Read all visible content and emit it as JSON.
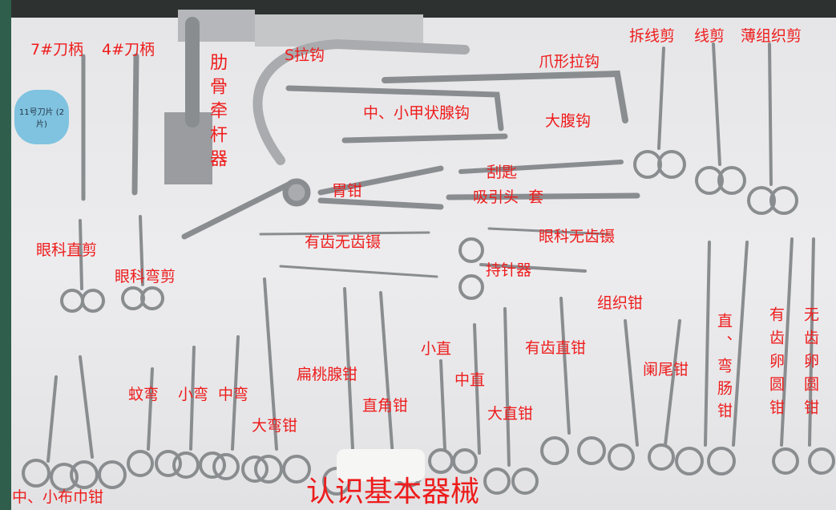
{
  "title": "认识基本器械",
  "blade_tag": "11号刀片 (2片)",
  "labels": {
    "scalpel7": "7#刀柄",
    "scalpel4": "4#刀柄",
    "rib_retractor": "肋骨牵杆器",
    "s_retractor": "S拉钩",
    "claw_retractor": "爪形拉钩",
    "suture_scissors": "拆线剪",
    "thread_scissors": "线剪",
    "tissue_scissors": "薄组织剪",
    "thyroid_retractor": "中、小甲状腺钩",
    "abdominal_retractor": "大腹钩",
    "curette": "刮匙",
    "suction": "吸引头  套",
    "stomach_clamp": "胃钳",
    "forceps": "有齿无齿镊",
    "ophth_forceps": "眼科无齿镊",
    "ophth_straight_scissors": "眼科直剪",
    "ophth_curved_scissors": "眼科弯剪",
    "needle_holder": "持针器",
    "allis": "组织钳",
    "small_straight": "小直",
    "toothed_straight": "有齿直钳",
    "medium_straight": "中直",
    "large_straight": "大直钳",
    "appendix": "阑尾钳",
    "intestinal": "直、弯肠钳",
    "toothed_ring": "有齿卵圆钳",
    "plain_ring": "无齿卵圆钳",
    "tonsil": "扁桃腺钳",
    "right_angle": "直角钳",
    "mosquito": "蚊弯",
    "small_curved": "小弯",
    "medium_curved": "中弯",
    "large_curved": "大弯钳",
    "towel_clamp": "中、小布巾钳"
  },
  "colors": {
    "label": "#ee1c1c",
    "cloth": "#e8e8ea",
    "steel": "#8a8d90"
  }
}
